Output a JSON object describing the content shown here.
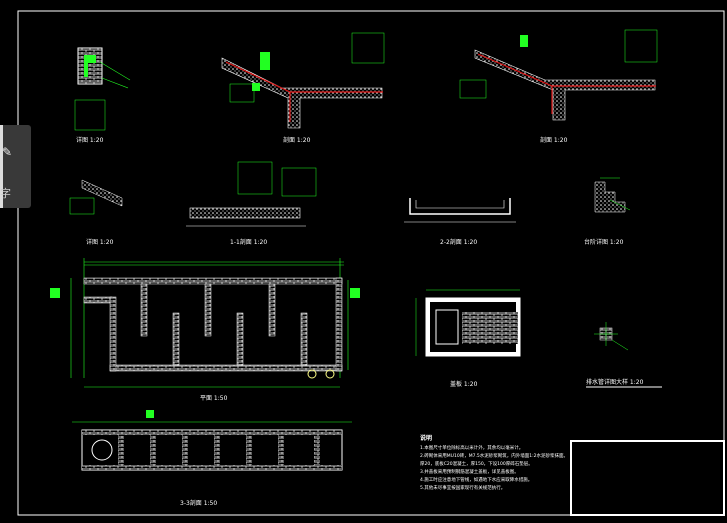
{
  "side_panel": {
    "icon": "pencil-icon",
    "label": "字"
  },
  "drawing": {
    "views": [
      {
        "id": "detail-1",
        "title": "详图 1:20"
      },
      {
        "id": "section-a",
        "title": "剖面 1:20"
      },
      {
        "id": "section-b",
        "title": "剖面 1:20"
      },
      {
        "id": "detail-2",
        "title": "详图 1:20"
      },
      {
        "id": "section-1",
        "title": "1-1剖面 1:20"
      },
      {
        "id": "section-2",
        "title": "2-2剖面 1:20"
      },
      {
        "id": "step-detail",
        "title": "台阶详图 1:20"
      },
      {
        "id": "plan",
        "title": "平面 1:50"
      },
      {
        "id": "section-3",
        "title": "3-3剖面 1:50"
      },
      {
        "id": "cover-plan",
        "title": "盖板 1:20"
      },
      {
        "id": "drain-detail",
        "title": "排水管详图大样 1:20"
      }
    ],
    "notes": {
      "heading": "说明",
      "lines": [
        "1.本图尺寸单位除标高以米计外，其余均以毫米计。",
        "2.砖砌体采用MU10砖，M7.5水泥砂浆砌筑，内外墙面1:2水泥砂浆抹面。",
        "  厚20，底板C20混凝土，厚150，下设100厚碎石垫层。",
        "3.井盖板采用预制钢筋混凝土盖板，详见盖板图。",
        "4.施工时应注意地下管线，如遇地下水应采取降水措施。",
        "5.其他未尽事宜按国家现行有关规范执行。"
      ]
    }
  },
  "colors": {
    "line": "#ffffff",
    "dim": "#22ee22",
    "rebar": "#dd1111",
    "background": "#000000"
  }
}
